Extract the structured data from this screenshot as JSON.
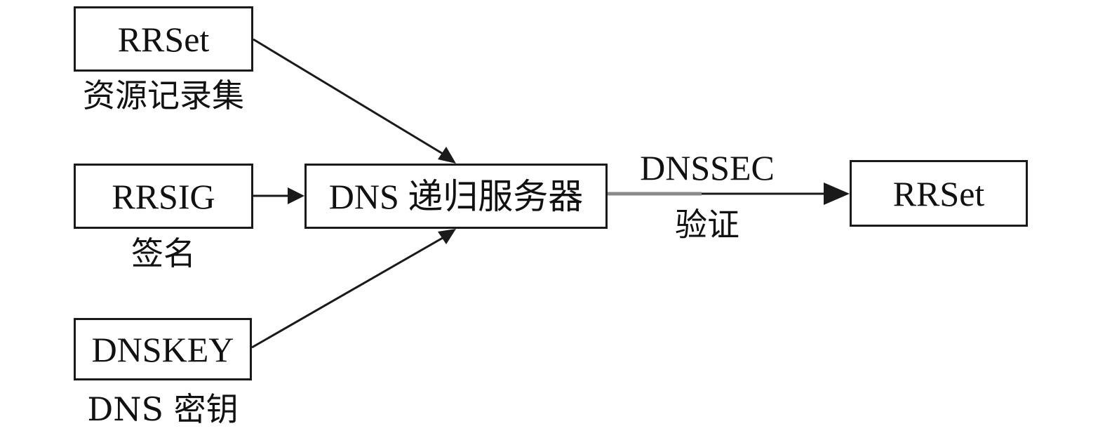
{
  "diagram": {
    "nodes": {
      "rrset_in": {
        "label": "RRSet",
        "caption": "资源记录集"
      },
      "rrsig": {
        "label": "RRSIG",
        "caption": "签名"
      },
      "dnskey": {
        "label": "DNSKEY",
        "caption": "DNS 密钥"
      },
      "resolver": {
        "label": "DNS 递归服务器"
      },
      "rrset_out": {
        "label": "RRSet"
      }
    },
    "edges": [
      {
        "from": "rrset_in",
        "to": "resolver"
      },
      {
        "from": "rrsig",
        "to": "resolver"
      },
      {
        "from": "dnskey",
        "to": "resolver"
      },
      {
        "from": "resolver",
        "to": "rrset_out",
        "label_top": "DNSSEC",
        "label_bottom": "验证"
      }
    ],
    "colors": {
      "stroke": "#1a1a1a",
      "background": "#ffffff",
      "text": "#111111"
    }
  }
}
